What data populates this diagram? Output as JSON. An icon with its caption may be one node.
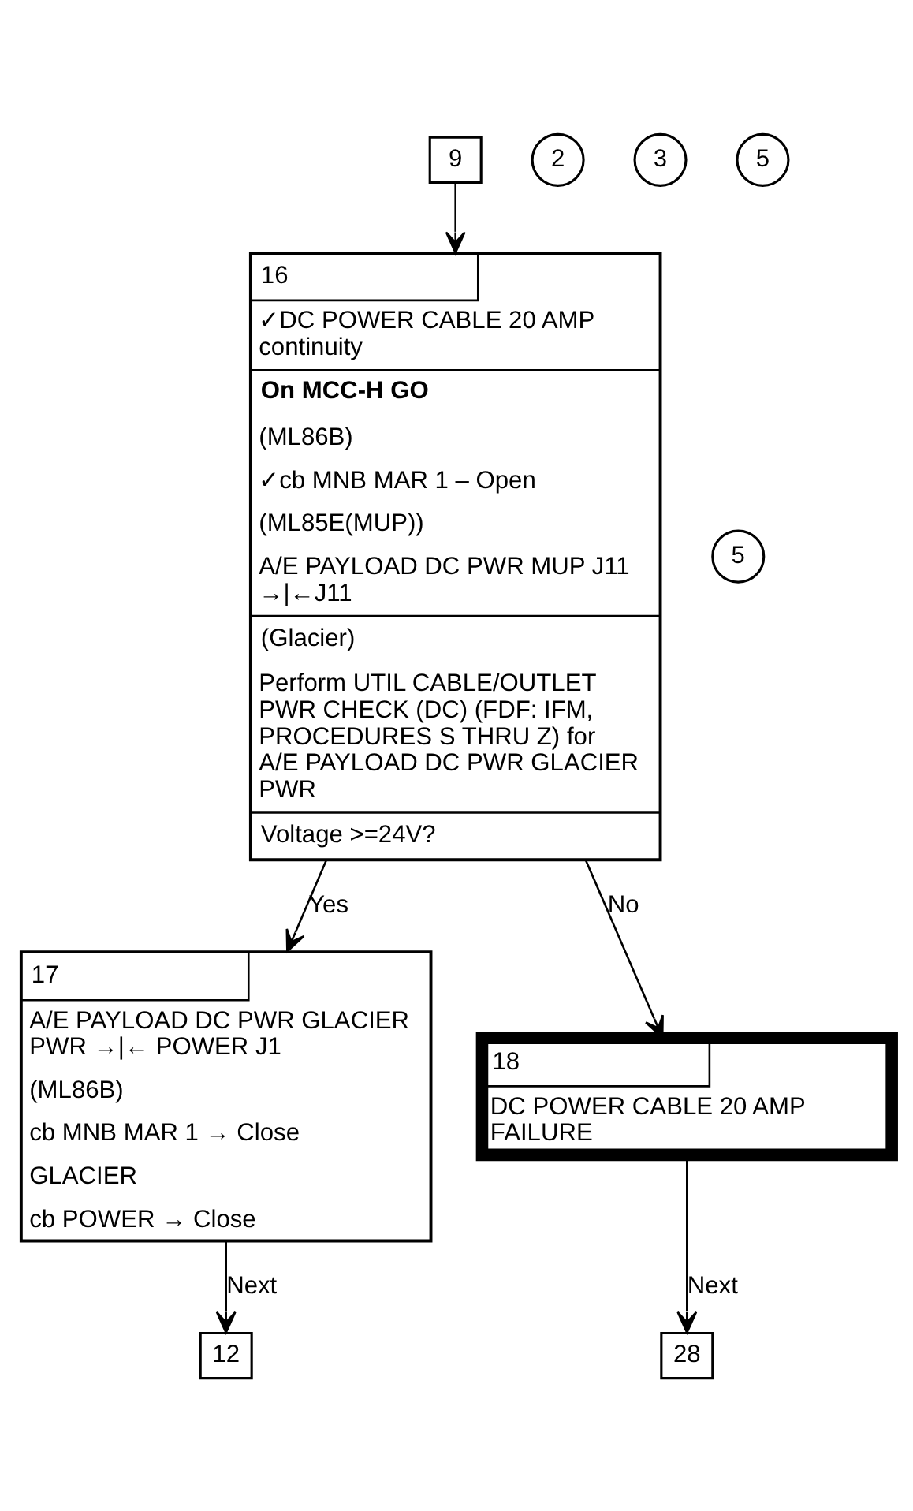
{
  "diagram": {
    "nodes": [
      {
        "text": [
          "9"
        ]
      },
      {
        "text": [
          "2"
        ]
      },
      {
        "text": [
          "3"
        ]
      },
      {
        "text": [
          "5"
        ]
      },
      {
        "text": [
          "16",
          "✓DC POWER CABLE 20 AMP continuity",
          "On MCC-H GO",
          "(ML86B)",
          "✓cb MNB MAR 1 – Open",
          "(ML85E(MUP))",
          "A/E PAYLOAD DC PWR MUP J11 →|←J11",
          "(Glacier)",
          "Perform UTIL CABLE/OUTLET PWR CHECK (DC) (FDF: IFM, PROCEDURES S THRU Z) for A/E PAYLOAD DC PWR GLACIER PWR",
          "Voltage >=24V?"
        ]
      },
      {
        "text": [
          "5"
        ]
      },
      {
        "text": [
          "17",
          "A/E PAYLOAD DC PWR GLACIER PWR →|← POWER J1",
          "(ML86B)",
          "cb MNB MAR 1 → Close",
          "GLACIER",
          "cb POWER → Close"
        ]
      },
      {
        "text": [
          "18",
          "DC POWER CABLE 20 AMP FAILURE"
        ]
      },
      {
        "text": [
          "28"
        ]
      },
      {
        "text": [
          "12"
        ]
      }
    ],
    "edges": [
      {
        "from": 0,
        "to": 4,
        "arrow": "to"
      },
      {
        "from": 4,
        "to": 6,
        "arrow": "to",
        "label": "Yes"
      },
      {
        "from": 4,
        "to": 7,
        "arrow": "to",
        "label": "No"
      },
      {
        "from": 7,
        "to": 8,
        "arrow": "to",
        "label": "Next"
      },
      {
        "from": 6,
        "to": 9,
        "arrow": "to",
        "label": "Next"
      }
    ]
  }
}
